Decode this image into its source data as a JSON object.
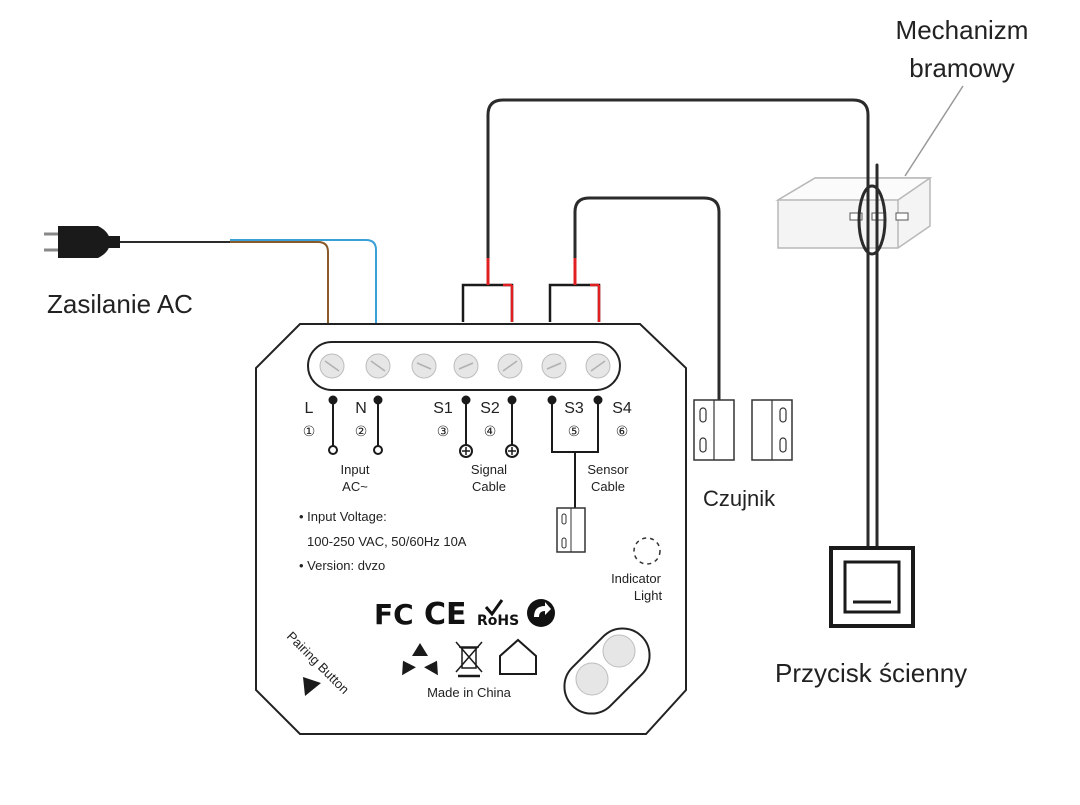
{
  "labels": {
    "gate_mechanism_line1": "Mechanizm",
    "gate_mechanism_line2": "bramowy",
    "power": "Zasilanie AC",
    "sensor": "Czujnik",
    "wall_button": "Przycisk ścienny"
  },
  "device": {
    "terminals": [
      {
        "name": "L",
        "num": "①"
      },
      {
        "name": "N",
        "num": "②"
      },
      {
        "name": "S1",
        "num": "③"
      },
      {
        "name": "S2",
        "num": "④"
      },
      {
        "name": "S3",
        "num": "⑤"
      },
      {
        "name": "S4",
        "num": "⑥"
      }
    ],
    "groups": {
      "input_line1": "Input",
      "input_line2": "AC~",
      "signal_line1": "Signal",
      "signal_line2": "Cable",
      "sensor_line1": "Sensor",
      "sensor_line2": "Cable"
    },
    "specs": {
      "voltage_label": "Input Voltage:",
      "voltage_value": "100-250 VAC, 50/60Hz 10A",
      "version": "Version: dvzo"
    },
    "indicator_line1": "Indicator",
    "indicator_line2": "Light",
    "pairing": "Pairing Button",
    "made_in": "Made in China",
    "certs": {
      "fc": "FC",
      "ce": "CE",
      "rohs": "RoHS"
    }
  },
  "colors": {
    "wire_dark": "#2b2b2b",
    "wire_red": "#e02020",
    "wire_brown": "#8a5a2b",
    "wire_blue": "#3aa0d8"
  }
}
